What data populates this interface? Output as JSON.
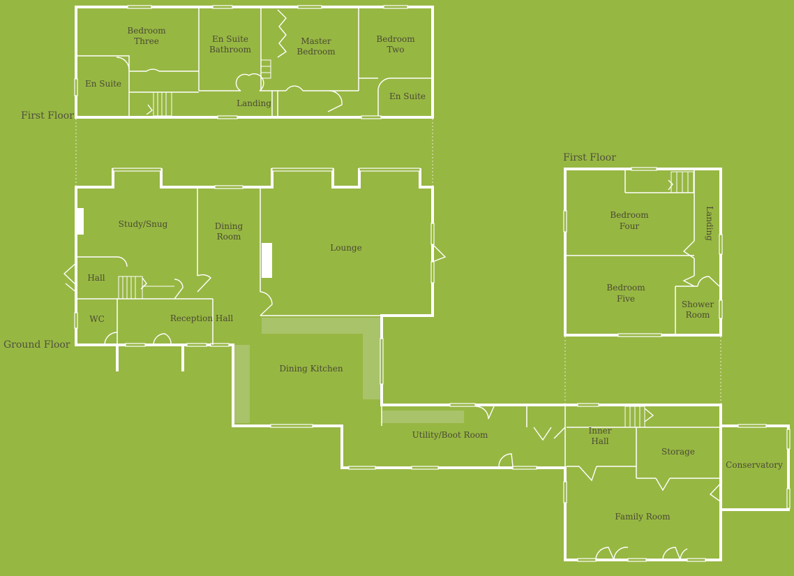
{
  "floors": {
    "first_floor_main": "First Floor",
    "first_floor_annex": "First Floor",
    "ground_floor": "Ground Floor"
  },
  "rooms": {
    "bedroom_three": [
      "Bedroom",
      "Three"
    ],
    "en_suite_bathroom": [
      "En Suite",
      "Bathroom"
    ],
    "master_bedroom": [
      "Master",
      "Bedroom"
    ],
    "bedroom_two": [
      "Bedroom",
      "Two"
    ],
    "en_suite_left": "En Suite",
    "en_suite_right": "En Suite",
    "landing_first": "Landing",
    "study_snug": "Study/Snug",
    "dining_room": [
      "Dining",
      "Room"
    ],
    "lounge": "Lounge",
    "hall": "Hall",
    "wc": "WC",
    "reception_hall": "Reception Hall",
    "dining_kitchen": "Dining Kitchen",
    "utility_boot_room": "Utility/Boot Room",
    "inner_hall": [
      "Inner",
      "Hall"
    ],
    "storage": "Storage",
    "conservatory": "Conservatory",
    "family_room": "Family Room",
    "bedroom_four": [
      "Bedroom",
      "Four"
    ],
    "bedroom_five": [
      "Bedroom",
      "Five"
    ],
    "shower_room": [
      "Shower",
      "Room"
    ],
    "landing_annex": "Landing"
  }
}
